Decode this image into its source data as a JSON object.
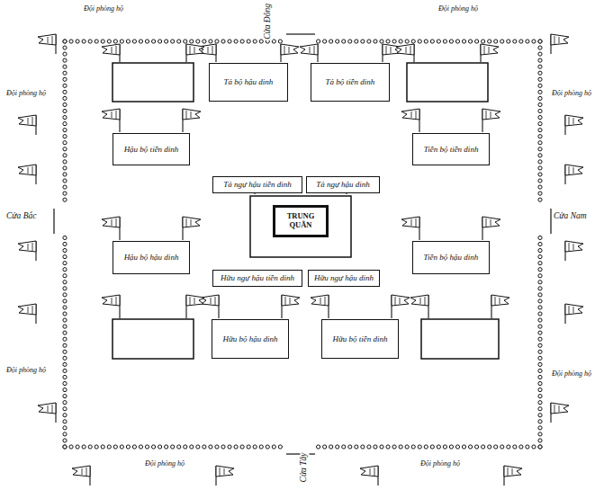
{
  "diagram": {
    "nodes": [
      {
        "text": [
          "Tả bộ hậu dinh"
        ]
      },
      {
        "text": [
          "Tả bộ tiền dinh"
        ]
      },
      {
        "text": [
          "Hậu bộ tiền dinh"
        ]
      },
      {
        "text": [
          "Tả ngự hậu tiền dinh"
        ]
      },
      {
        "text": [
          "Tả ngự hậu dinh"
        ]
      },
      {
        "text": [
          "Tiền bộ tiền dinh"
        ]
      },
      {
        "text": [
          "TRUNG QUÂN"
        ]
      },
      {
        "text": [
          "Hậu bộ hậu dinh"
        ]
      },
      {
        "text": [
          "Tiền bộ hậu dinh"
        ]
      },
      {
        "text": [
          "Hữu ngự hậu tiền dinh"
        ]
      },
      {
        "text": [
          "Hữu ngự hậu dinh"
        ]
      },
      {
        "text": [
          "Hữu bộ hậu dinh"
        ]
      },
      {
        "text": [
          "Hữu bộ tiền dinh"
        ]
      }
    ],
    "labels": [
      "Đội phòng hộ",
      "Đội phòng hộ",
      "Đội phòng hộ",
      "Đội phòng hộ",
      "Đội phòng hộ",
      "Đội phòng hộ",
      "Đội phòng hộ",
      "Đội phòng hộ",
      "Cửa Đông",
      "Cửa Bắc",
      "Cửa Nam",
      "Cửa Tây"
    ]
  }
}
